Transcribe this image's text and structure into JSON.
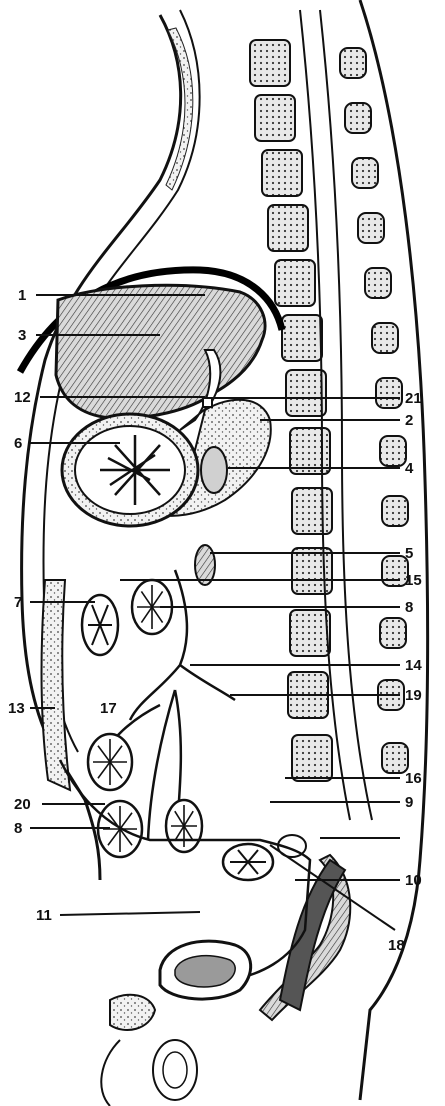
{
  "figure": {
    "title": "",
    "labels": [
      {
        "key": "l1",
        "text": "1"
      },
      {
        "key": "l3",
        "text": "3"
      },
      {
        "key": "l12",
        "text": "12"
      },
      {
        "key": "l6",
        "text": "6"
      },
      {
        "key": "l7",
        "text": "7"
      },
      {
        "key": "l13",
        "text": "13"
      },
      {
        "key": "l17",
        "text": "17"
      },
      {
        "key": "l20",
        "text": "20"
      },
      {
        "key": "l8a",
        "text": "8"
      },
      {
        "key": "l11",
        "text": "11"
      },
      {
        "key": "l21",
        "text": "21"
      },
      {
        "key": "l2",
        "text": "2"
      },
      {
        "key": "l4",
        "text": "4"
      },
      {
        "key": "l5",
        "text": "5"
      },
      {
        "key": "l15",
        "text": "15"
      },
      {
        "key": "l8b",
        "text": "8"
      },
      {
        "key": "l14",
        "text": "14"
      },
      {
        "key": "l19",
        "text": "19"
      },
      {
        "key": "l16",
        "text": "16"
      },
      {
        "key": "l9",
        "text": "9"
      },
      {
        "key": "l10",
        "text": "10"
      },
      {
        "key": "l18",
        "text": "18"
      }
    ]
  },
  "colors": {
    "ink": "#111111",
    "paper": "#ffffff",
    "stipple": "#e9e9e9",
    "organ": "#cfcfcf",
    "bladder_content": "#9a9a9a"
  }
}
